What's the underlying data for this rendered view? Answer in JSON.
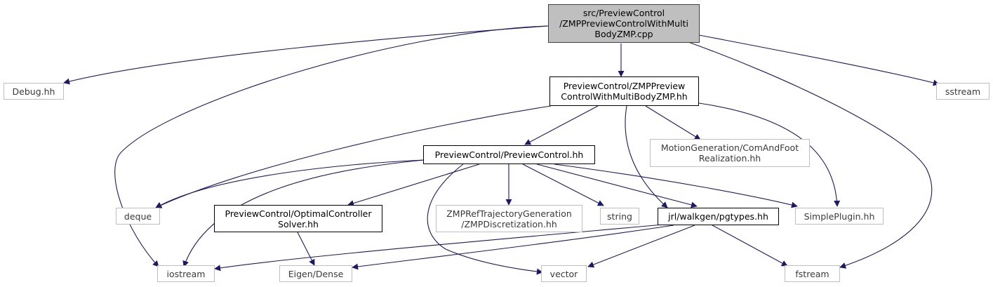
{
  "colors": {
    "edge": "#191970",
    "documented_border": "#000000",
    "undocumented_border": "#bfbfbf",
    "root_fill": "#bfbfbf"
  },
  "nodes": {
    "root": {
      "label": "src/PreviewControl\n/ZMPPreviewControlWithMulti\nBodyZMP.cpp"
    },
    "debug": {
      "label": "Debug.hh"
    },
    "zmppc_hh": {
      "label": "PreviewControl/ZMPPreview\nControlWithMultiBodyZMP.hh"
    },
    "sstream": {
      "label": "sstream"
    },
    "previewcontrol_hh": {
      "label": "PreviewControl/PreviewControl.hh"
    },
    "motiongen": {
      "label": "MotionGeneration/ComAndFoot\nRealization.hh"
    },
    "deque": {
      "label": "deque"
    },
    "optimal": {
      "label": "PreviewControl/OptimalController\nSolver.hh"
    },
    "zmpref": {
      "label": "ZMPRefTrajectoryGeneration\n/ZMPDiscretization.hh"
    },
    "string": {
      "label": "string"
    },
    "pgtypes": {
      "label": "jrl/walkgen/pgtypes.hh"
    },
    "simpleplugin": {
      "label": "SimplePlugin.hh"
    },
    "iostream": {
      "label": "iostream"
    },
    "eigen": {
      "label": "Eigen/Dense"
    },
    "vector": {
      "label": "vector"
    },
    "fstream": {
      "label": "fstream"
    }
  }
}
